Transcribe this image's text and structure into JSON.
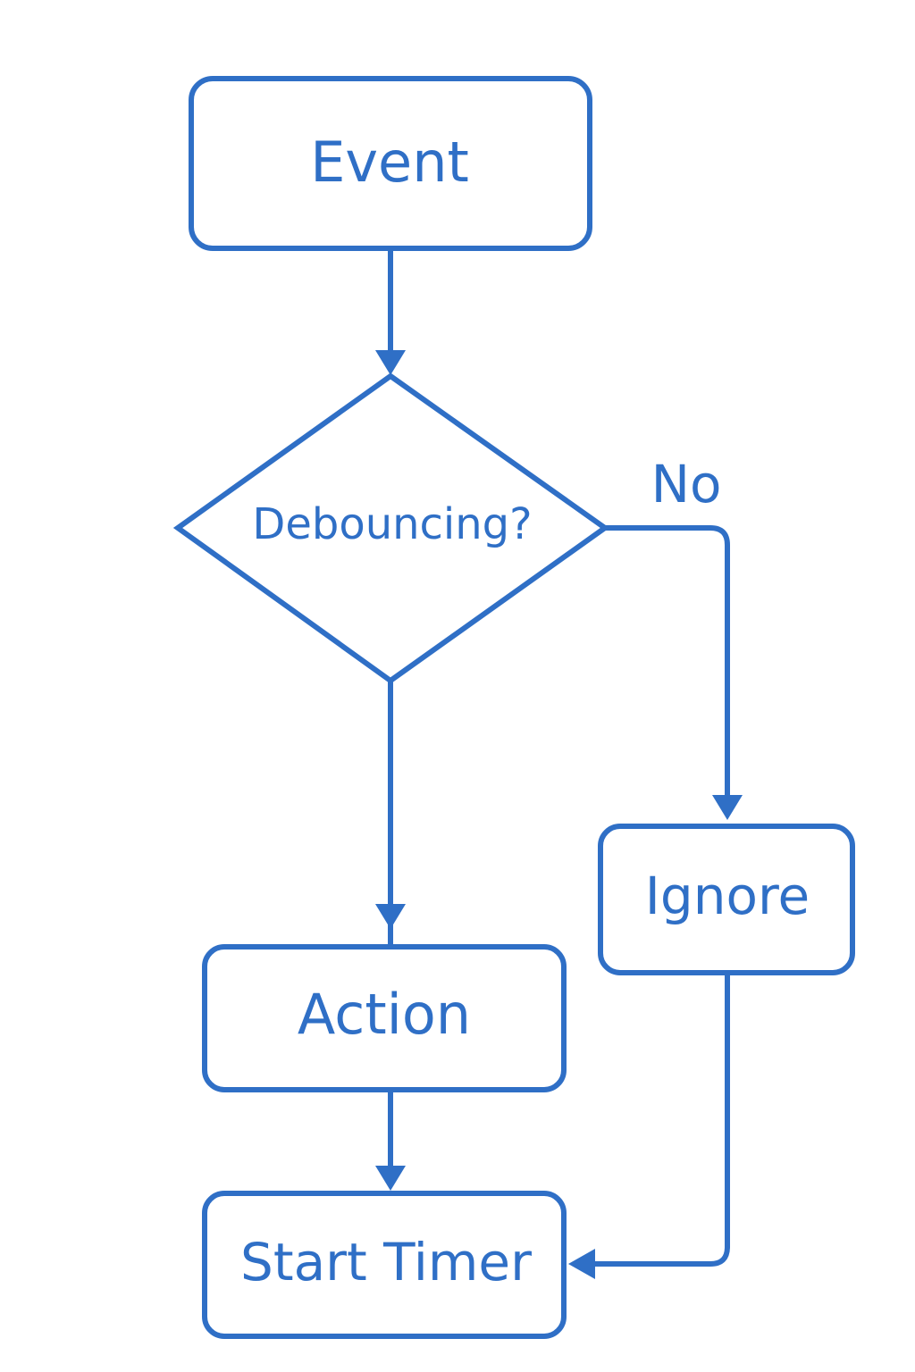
{
  "colors": {
    "stroke": "#2f6fc6",
    "text": "#2f6fc6",
    "background": "#ffffff"
  },
  "nodes": {
    "event": {
      "label": "Event",
      "shape": "rounded-rectangle"
    },
    "debouncing": {
      "label": "Debouncing?",
      "shape": "diamond"
    },
    "action": {
      "label": "Action",
      "shape": "rounded-rectangle"
    },
    "ignore": {
      "label": "Ignore",
      "shape": "rounded-rectangle"
    },
    "start_timer": {
      "label": "Start Timer",
      "shape": "rounded-rectangle"
    }
  },
  "edges": [
    {
      "from": "event",
      "to": "debouncing",
      "label": ""
    },
    {
      "from": "debouncing",
      "to": "action",
      "label": ""
    },
    {
      "from": "debouncing",
      "to": "ignore",
      "label": "No"
    },
    {
      "from": "action",
      "to": "start_timer",
      "label": ""
    },
    {
      "from": "ignore",
      "to": "start_timer",
      "label": ""
    }
  ],
  "edge_labels": {
    "no": "No"
  }
}
